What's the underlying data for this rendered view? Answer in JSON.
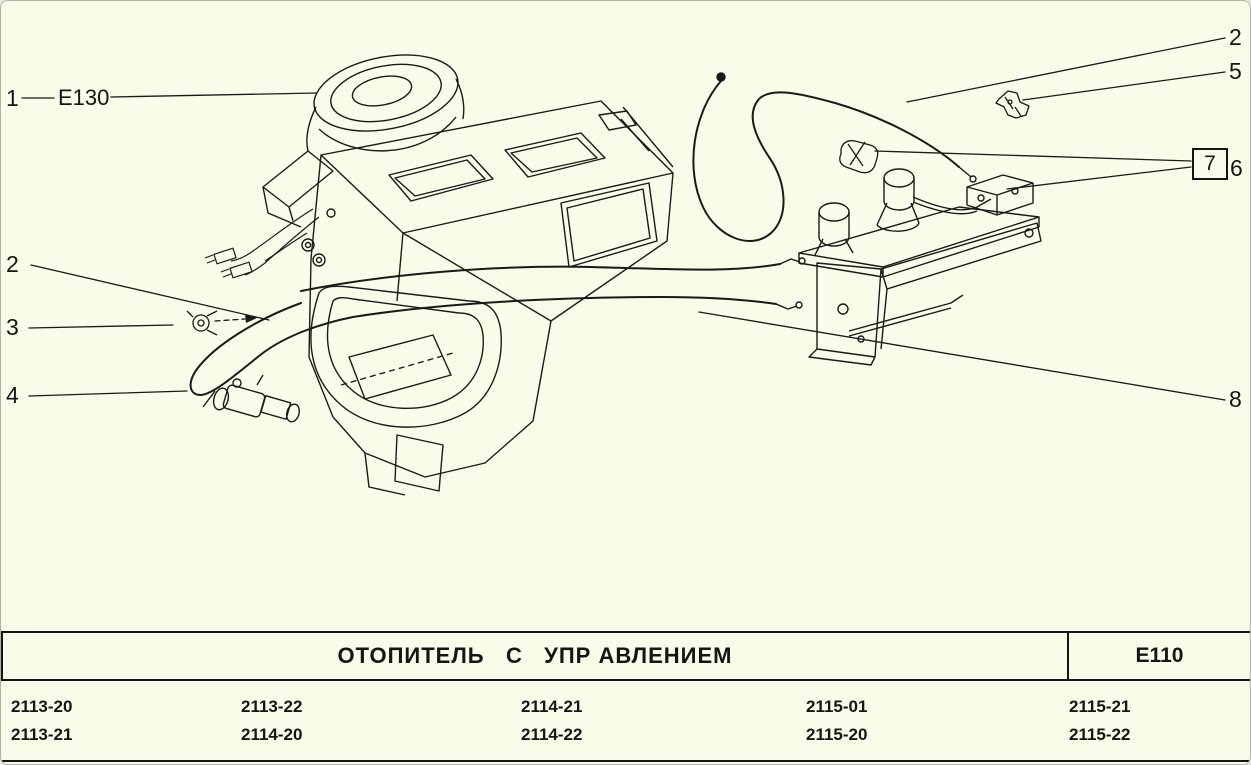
{
  "page": {
    "background": "#FBFBE9",
    "ink": "#151515"
  },
  "callouts": {
    "c1": {
      "number": "1",
      "ref": "E130"
    },
    "c2_top": {
      "number": "2"
    },
    "c5": {
      "number": "5"
    },
    "c7": {
      "number": "7"
    },
    "c6": {
      "number": "6"
    },
    "c2_left": {
      "number": "2"
    },
    "c3": {
      "number": "3"
    },
    "c4": {
      "number": "4"
    },
    "c8": {
      "number": "8"
    }
  },
  "title_block": {
    "title": "ОТОПИТЕЛЬ   С   УПР АВЛЕНИЕМ",
    "code": "E110"
  },
  "model_table": {
    "columns": [
      {
        "rows": [
          "2113-20",
          "2113-21"
        ]
      },
      {
        "rows": [
          "2113-22",
          "2114-20"
        ]
      },
      {
        "rows": [
          "2114-21",
          "2114-22"
        ]
      },
      {
        "rows": [
          "2115-01",
          "2115-20"
        ]
      },
      {
        "rows": [
          "2115-21",
          "2115-22"
        ]
      }
    ]
  }
}
